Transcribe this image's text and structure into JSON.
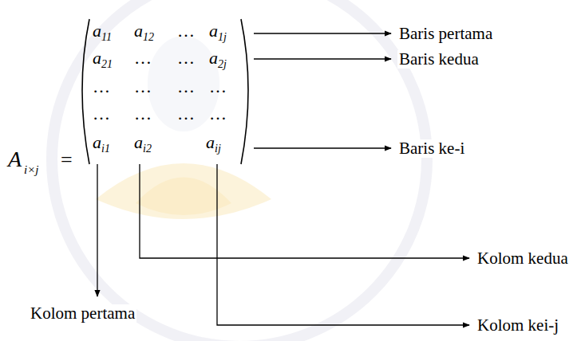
{
  "diagram": {
    "labels": [
      "A",
      "i×j",
      "=",
      "a",
      "11",
      "a",
      "12",
      "…",
      "a",
      "1j",
      "a",
      "21",
      "…",
      "…",
      "a",
      "2j",
      "…",
      "…",
      "…",
      "…",
      "…",
      "…",
      "…",
      "…",
      "a",
      "i1",
      "a",
      "i2",
      "a",
      "ij",
      "Baris pertama",
      "Baris kedua",
      "Baris ke-i",
      "Kolom kedua",
      "Kolom pertama",
      "Kolom kei-j"
    ]
  }
}
